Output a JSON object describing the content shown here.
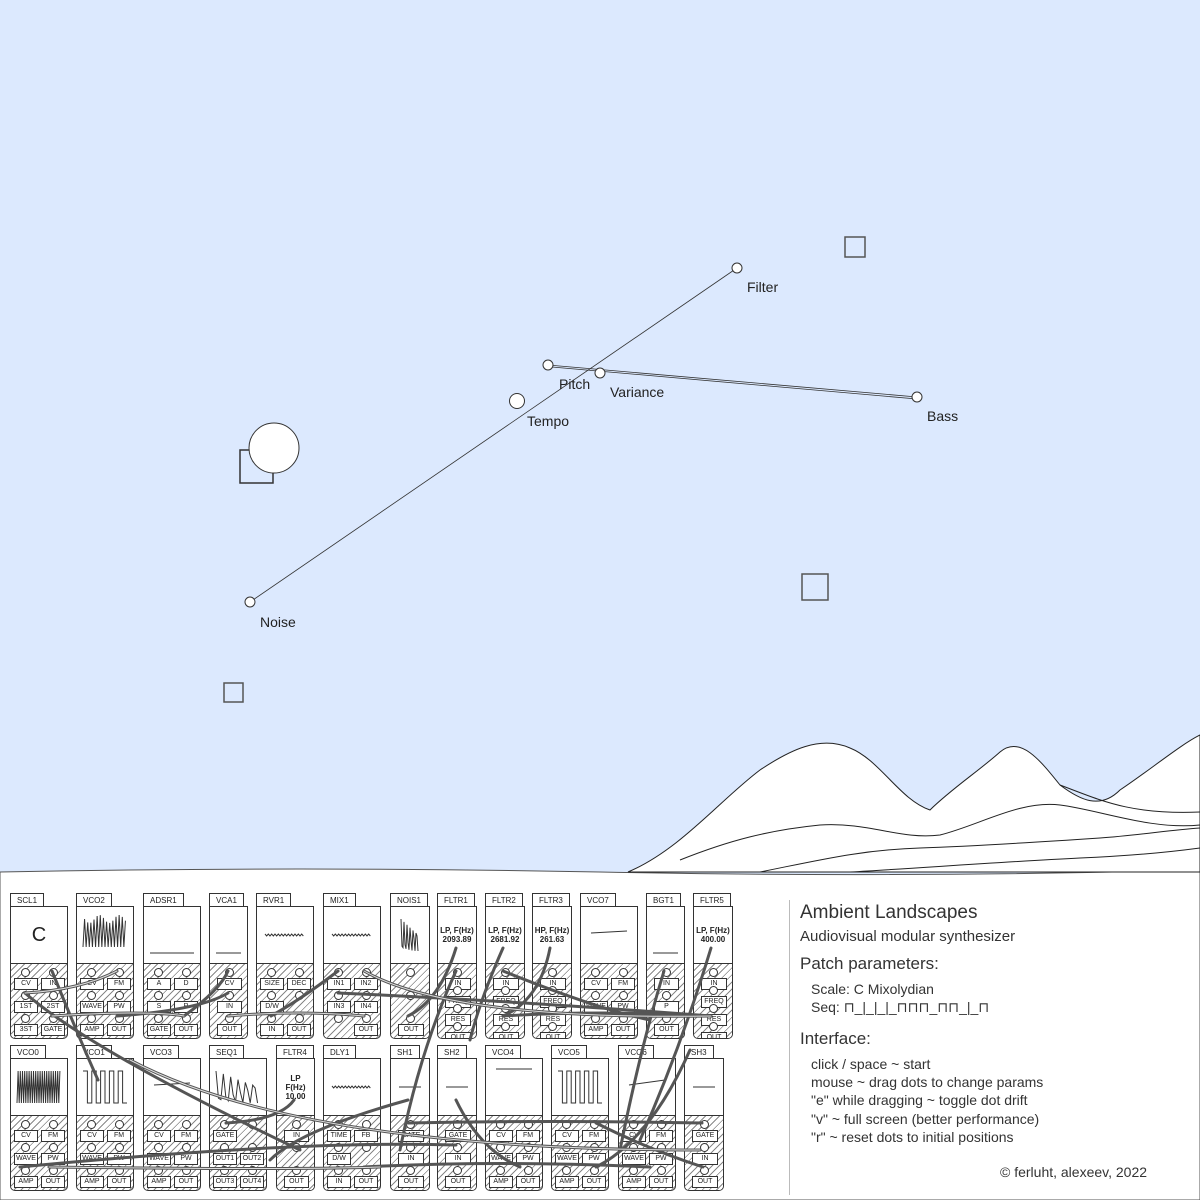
{
  "app": {
    "title": "Ambient Landscapes",
    "subtitle": "Audiovisual modular synthesizer"
  },
  "scene": {
    "dots": [
      {
        "label": "Filter"
      },
      {
        "label": "Pitch"
      },
      {
        "label": "Variance"
      },
      {
        "label": "Tempo"
      },
      {
        "label": "Bass"
      },
      {
        "label": "Noise"
      }
    ],
    "colors": {
      "sky": "#dce9fe",
      "ink": "#333333"
    }
  },
  "info": {
    "patch_heading": "Patch parameters:",
    "scale": "Scale: C Mixolydian",
    "seq": "Seq: ⊓_|_|_|_⊓⊓⊓_⊓⊓_|_⊓",
    "interface_heading": "Interface:",
    "interface_lines": [
      "click / space ~ start",
      "mouse ~ drag dots to change params",
      "\"e\" while dragging ~ toggle dot drift",
      "\"v\" ~ full screen (better performance)",
      "\"r\" ~ reset dots to initial positions"
    ],
    "copyright": "© ferluht, alexeev, 2022"
  },
  "modules": [
    {
      "name": "SCL1",
      "display": "C",
      "ports": [
        "CV",
        "IN",
        "1ST",
        "2ST",
        "3ST",
        "GATE"
      ]
    },
    {
      "name": "VCO2",
      "display": "",
      "ports": [
        "CV",
        "FM",
        "WAVE",
        "PW",
        "AMP",
        "OUT"
      ]
    },
    {
      "name": "ADSR1",
      "display": "",
      "ports": [
        "A",
        "D",
        "S",
        "R",
        "GATE",
        "OUT"
      ]
    },
    {
      "name": "VCA1",
      "display": "",
      "ports": [
        "CV",
        "IN",
        "OUT"
      ]
    },
    {
      "name": "RVR1",
      "display": "",
      "ports": [
        "SIZE",
        "DEC",
        "D/W",
        "",
        "IN",
        "OUT"
      ]
    },
    {
      "name": "MIX1",
      "display": "",
      "ports": [
        "IN1",
        "IN2",
        "IN3",
        "IN4",
        "",
        "OUT"
      ]
    },
    {
      "name": "NOIS1",
      "display": "",
      "ports": [
        "",
        "",
        "OUT"
      ]
    },
    {
      "name": "FLTR1",
      "display": "LP, F(Hz)\n2093.89",
      "ports": [
        "IN",
        "FREQ",
        "RES",
        "OUT"
      ]
    },
    {
      "name": "FLTR2",
      "display": "LP, F(Hz)\n2681.92",
      "ports": [
        "IN",
        "FREQ",
        "RES",
        "OUT"
      ]
    },
    {
      "name": "FLTR3",
      "display": "HP, F(Hz)\n261.63",
      "ports": [
        "IN",
        "FREQ",
        "RES",
        "OUT"
      ]
    },
    {
      "name": "VCO7",
      "display": "",
      "ports": [
        "CV",
        "FM",
        "WAVE",
        "PW",
        "AMP",
        "OUT"
      ]
    },
    {
      "name": "BGT1",
      "display": "",
      "ports": [
        "IN",
        "P",
        "OUT"
      ]
    },
    {
      "name": "FLTR5",
      "display": "LP, F(Hz)\n400.00",
      "ports": [
        "IN",
        "FREQ",
        "RES",
        "OUT"
      ]
    },
    {
      "name": "VCO0",
      "display": "",
      "ports": [
        "CV",
        "FM",
        "WAVE",
        "PW",
        "AMP",
        "OUT"
      ]
    },
    {
      "name": "VCO1",
      "display": "",
      "ports": [
        "CV",
        "FM",
        "WAVE",
        "PW",
        "AMP",
        "OUT"
      ]
    },
    {
      "name": "VCO3",
      "display": "",
      "ports": [
        "CV",
        "FM",
        "WAVE",
        "PW",
        "AMP",
        "OUT"
      ]
    },
    {
      "name": "SEQ1",
      "display": "",
      "ports": [
        "GATE",
        "",
        "OUT1",
        "OUT2",
        "OUT3",
        "OUT4"
      ]
    },
    {
      "name": "FLTR4",
      "display": "LP\nF(Hz)\n10.00",
      "ports": [
        "IN",
        "",
        "OUT"
      ]
    },
    {
      "name": "DLY1",
      "display": "",
      "ports": [
        "TIME",
        "FB",
        "D/W",
        "",
        "IN",
        "OUT"
      ]
    },
    {
      "name": "SH1",
      "display": "",
      "ports": [
        "GATE",
        "IN",
        "OUT"
      ]
    },
    {
      "name": "SH2",
      "display": "",
      "ports": [
        "GATE",
        "IN",
        "OUT"
      ]
    },
    {
      "name": "VCO4",
      "display": "",
      "ports": [
        "CV",
        "FM",
        "WAVE",
        "PW",
        "AMP",
        "OUT"
      ]
    },
    {
      "name": "VCO5",
      "display": "",
      "ports": [
        "CV",
        "FM",
        "WAVE",
        "PW",
        "AMP",
        "OUT"
      ]
    },
    {
      "name": "VCO6",
      "display": "",
      "ports": [
        "CV",
        "FM",
        "WAVE",
        "PW",
        "AMP",
        "OUT"
      ]
    },
    {
      "name": "SH3",
      "display": "",
      "ports": [
        "GATE",
        "IN",
        "OUT"
      ]
    }
  ]
}
